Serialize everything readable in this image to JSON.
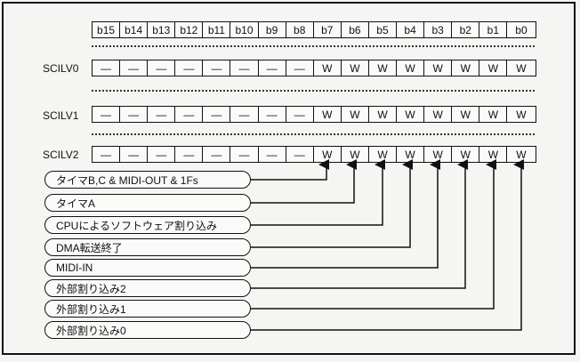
{
  "bits": [
    "b15",
    "b14",
    "b13",
    "b12",
    "b11",
    "b10",
    "b9",
    "b8",
    "b7",
    "b6",
    "b5",
    "b4",
    "b3",
    "b2",
    "b1",
    "b0"
  ],
  "registers": [
    {
      "name": "SCILV0",
      "cells": [
        "—",
        "—",
        "—",
        "—",
        "—",
        "—",
        "—",
        "—",
        "W",
        "W",
        "W",
        "W",
        "W",
        "W",
        "W",
        "W"
      ]
    },
    {
      "name": "SCILV1",
      "cells": [
        "—",
        "—",
        "—",
        "—",
        "—",
        "—",
        "—",
        "—",
        "W",
        "W",
        "W",
        "W",
        "W",
        "W",
        "W",
        "W"
      ]
    },
    {
      "name": "SCILV2",
      "cells": [
        "—",
        "—",
        "—",
        "—",
        "—",
        "—",
        "—",
        "—",
        "W",
        "W",
        "W",
        "W",
        "W",
        "W",
        "W",
        "W"
      ]
    }
  ],
  "sources": [
    {
      "label": "タイマB,C & MIDI-OUT & 1Fs",
      "bit": "b7"
    },
    {
      "label": "タイマA",
      "bit": "b6"
    },
    {
      "label": "CPUによるソフトウェア割り込み",
      "bit": "b5"
    },
    {
      "label": "DMA転送終了",
      "bit": "b4"
    },
    {
      "label": "MIDI-IN",
      "bit": "b3"
    },
    {
      "label": "外部割り込み2",
      "bit": "b2"
    },
    {
      "label": "外部割り込み1",
      "bit": "b1"
    },
    {
      "label": "外部割り込み0",
      "bit": "b0"
    }
  ]
}
